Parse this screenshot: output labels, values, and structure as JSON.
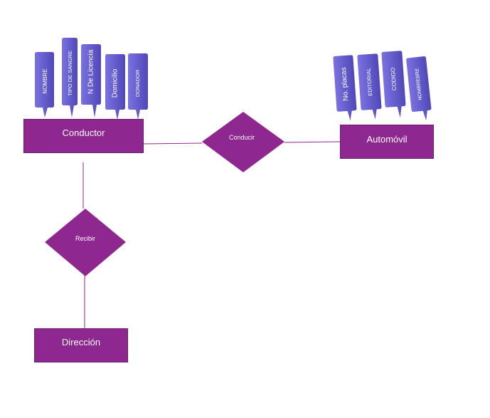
{
  "colors": {
    "entity_fill": "#8e278f",
    "relationship_fill": "#8e278f",
    "attribute_fill": "#6b63d6",
    "attribute_fill_dark": "#4a43b0",
    "connector": "#8e278f"
  },
  "entities": {
    "conductor": "Conductor",
    "automovil": "Automóvil",
    "direccion": "Dirección"
  },
  "relationships": {
    "conducir": "Conducir",
    "recibir": "Recibir"
  },
  "conductor_attributes": [
    "NOMBRE",
    "TIPO DE SANGRE",
    "N De Licencia",
    "Domicilio",
    "DONADOR"
  ],
  "automovil_attributes": [
    "No. placas",
    "EDITORIAL",
    "CODIGO",
    "NOMBREBRE"
  ]
}
